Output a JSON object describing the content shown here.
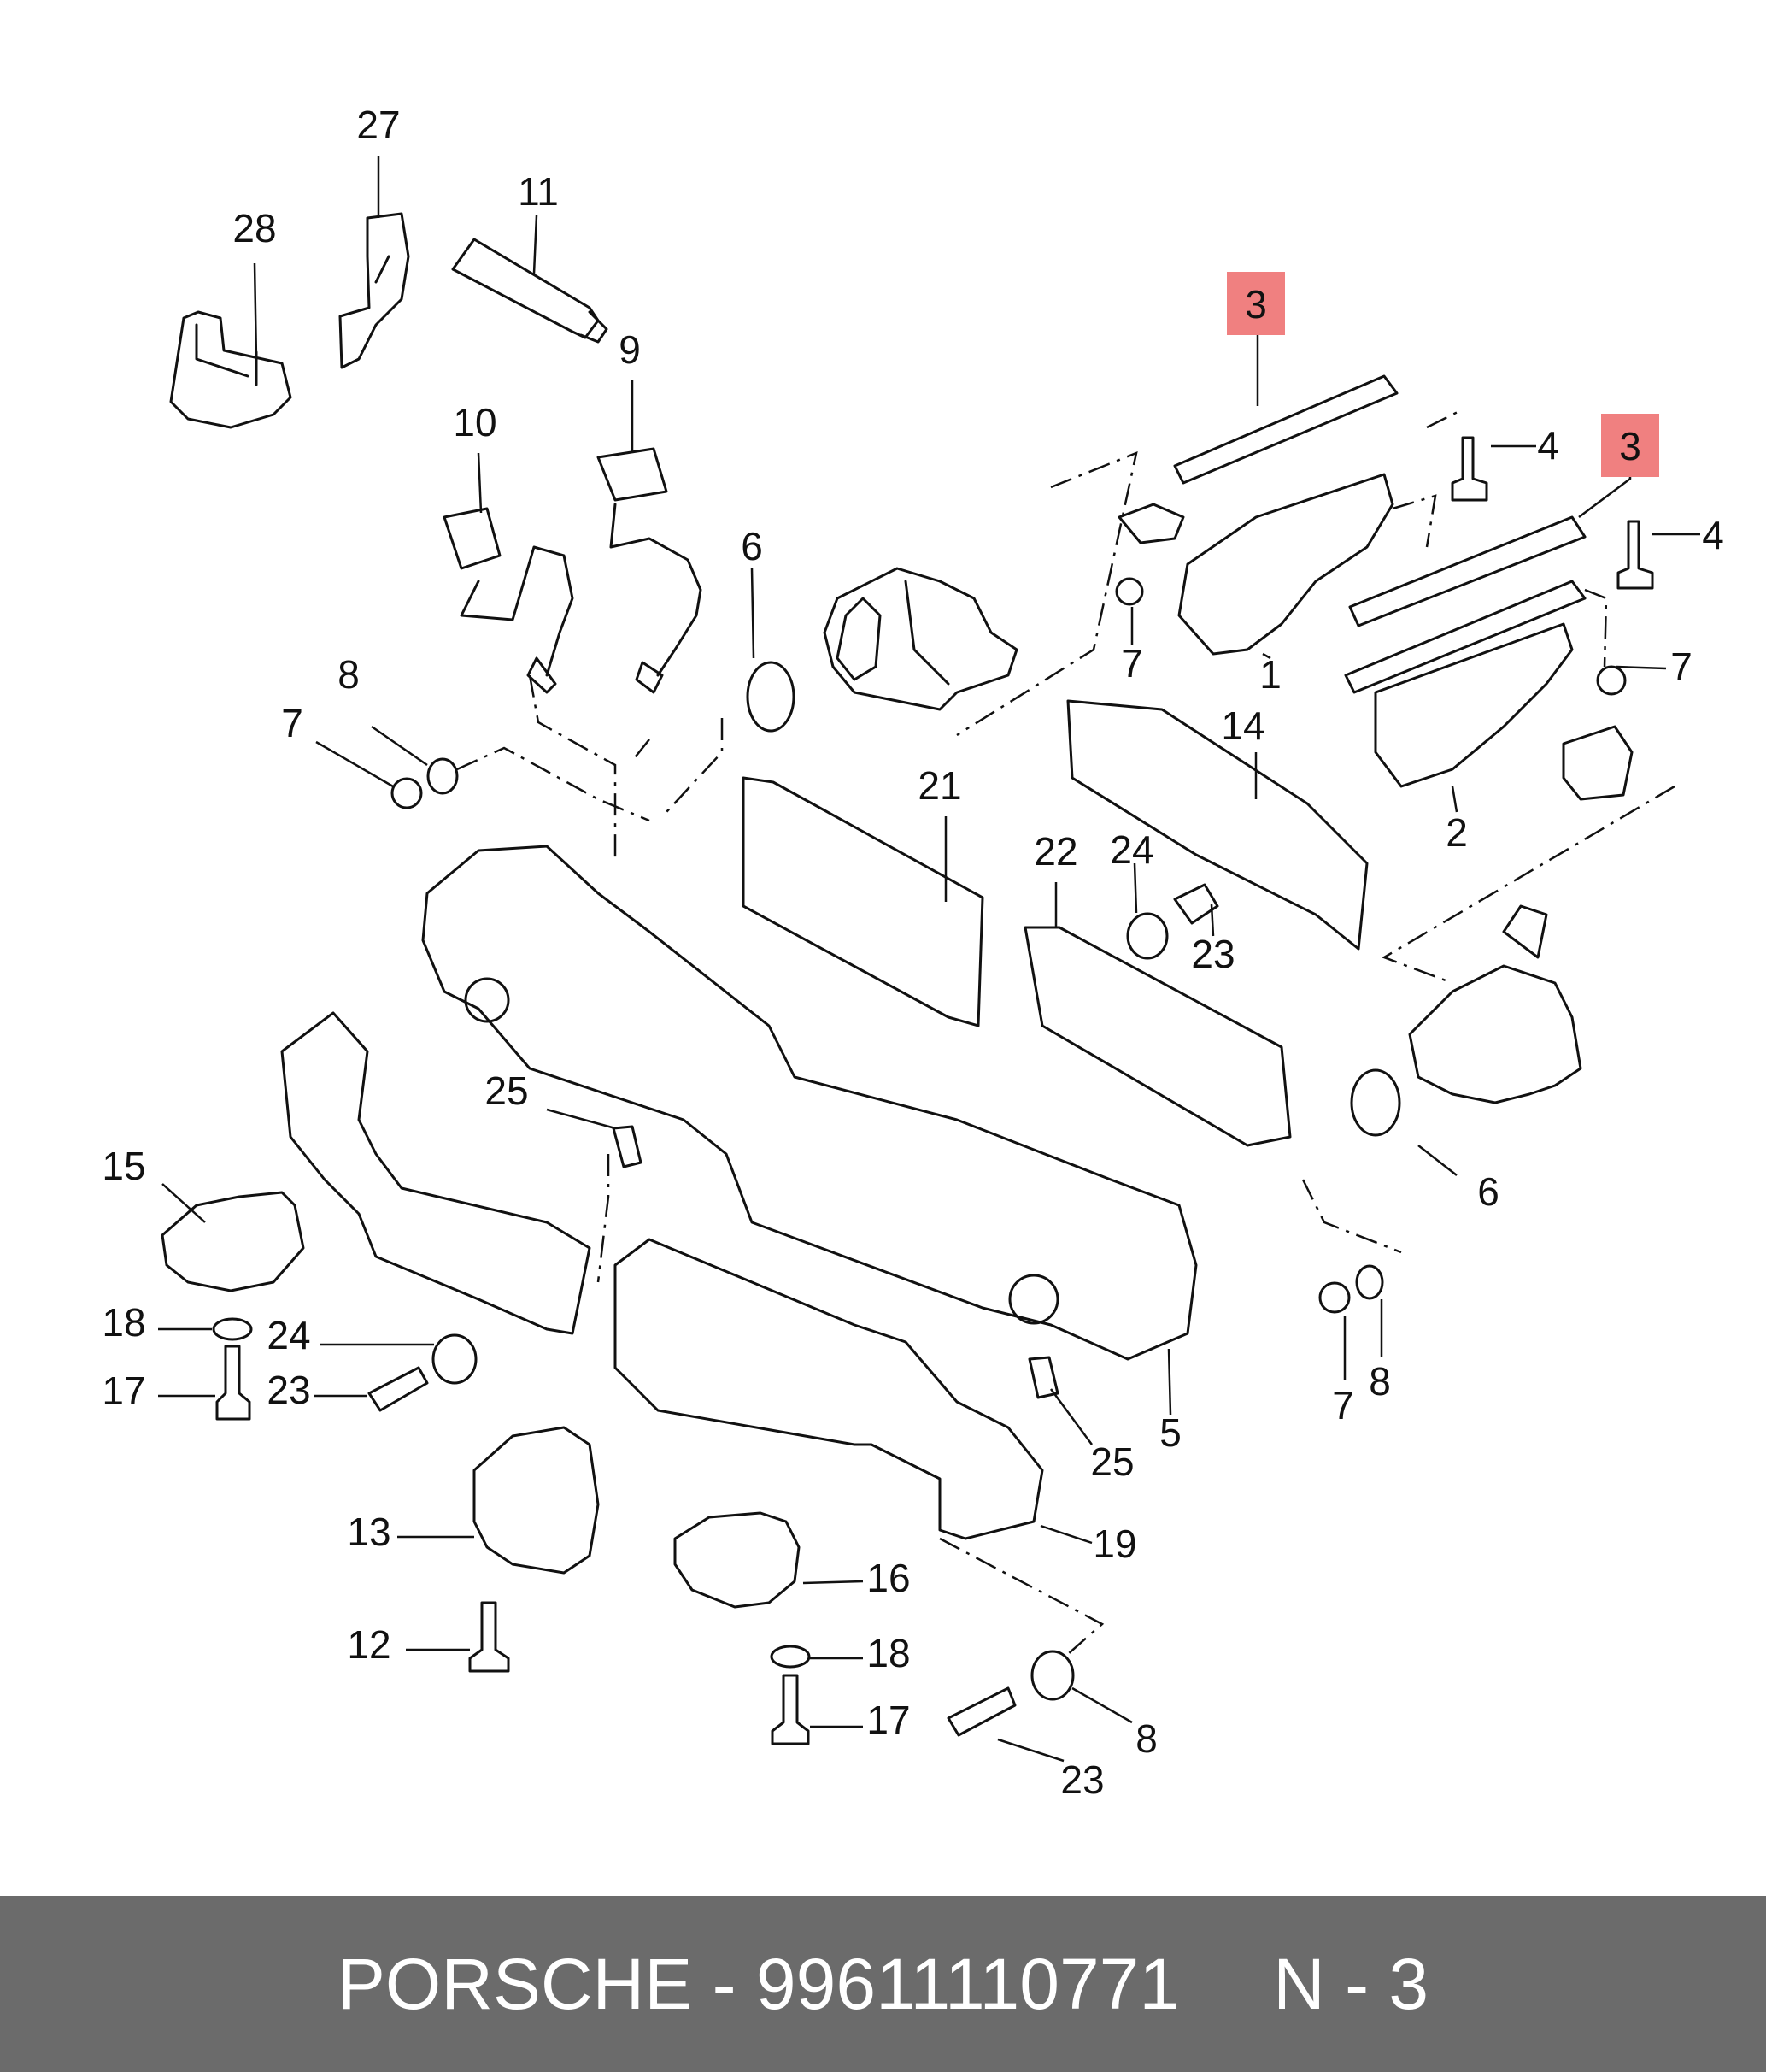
{
  "diagram": {
    "callouts": [
      {
        "id": "c27",
        "label": "27"
      },
      {
        "id": "c28",
        "label": "28"
      },
      {
        "id": "c11",
        "label": "11"
      },
      {
        "id": "c9",
        "label": "9"
      },
      {
        "id": "c10",
        "label": "10"
      },
      {
        "id": "c3a",
        "label": "3"
      },
      {
        "id": "c3b",
        "label": "3"
      },
      {
        "id": "c4a",
        "label": "4"
      },
      {
        "id": "c4b",
        "label": "4"
      },
      {
        "id": "c6a",
        "label": "6"
      },
      {
        "id": "c6b",
        "label": "6"
      },
      {
        "id": "c8a",
        "label": "8"
      },
      {
        "id": "c7a",
        "label": "7"
      },
      {
        "id": "c7b",
        "label": "7"
      },
      {
        "id": "c7c",
        "label": "7"
      },
      {
        "id": "c7d",
        "label": "7"
      },
      {
        "id": "c1",
        "label": "1"
      },
      {
        "id": "c2",
        "label": "2"
      },
      {
        "id": "c14",
        "label": "14"
      },
      {
        "id": "c21",
        "label": "21"
      },
      {
        "id": "c22",
        "label": "22"
      },
      {
        "id": "c24a",
        "label": "24"
      },
      {
        "id": "c23a",
        "label": "23"
      },
      {
        "id": "c25a",
        "label": "25"
      },
      {
        "id": "c25b",
        "label": "25"
      },
      {
        "id": "c15",
        "label": "15"
      },
      {
        "id": "c18a",
        "label": "18"
      },
      {
        "id": "c24b",
        "label": "24"
      },
      {
        "id": "c17a",
        "label": "17"
      },
      {
        "id": "c23b",
        "label": "23"
      },
      {
        "id": "c5",
        "label": "5"
      },
      {
        "id": "c8b",
        "label": "8"
      },
      {
        "id": "c13",
        "label": "13"
      },
      {
        "id": "c19",
        "label": "19"
      },
      {
        "id": "c16",
        "label": "16"
      },
      {
        "id": "c12",
        "label": "12"
      },
      {
        "id": "c18b",
        "label": "18"
      },
      {
        "id": "c17b",
        "label": "17"
      },
      {
        "id": "c8c",
        "label": "8"
      },
      {
        "id": "c23c",
        "label": "23"
      }
    ],
    "highlight_color": "#f08080"
  },
  "footer": {
    "brand": "PORSCHE",
    "separator": "-",
    "part_number": "99611110771",
    "position": "N - 3",
    "background": "#6b6b6b"
  }
}
